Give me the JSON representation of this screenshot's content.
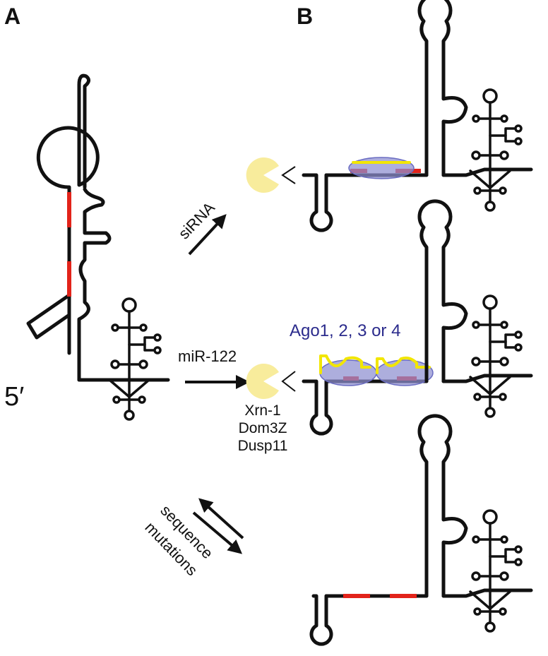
{
  "panels": {
    "a": "A",
    "b": "B"
  },
  "labels": {
    "five_prime": "5′",
    "sirna": "siRNA",
    "mir122": "miR-122",
    "ago": "Ago1, 2, 3 or 4",
    "exonucleases": [
      "Xrn-1",
      "Dom3Z",
      "Dusp11"
    ],
    "sequence_mutations": [
      "sequence",
      "mutations"
    ]
  },
  "colors": {
    "rna": "#111111",
    "binding_site": "#e2231a",
    "guide_rna": "#f2e600",
    "argonaute": "#8e8fd0",
    "exonuclease": "#f8ec9c"
  },
  "icons": [
    "exonuclease-pacman-icon",
    "blocked-arrowhead-icon"
  ]
}
